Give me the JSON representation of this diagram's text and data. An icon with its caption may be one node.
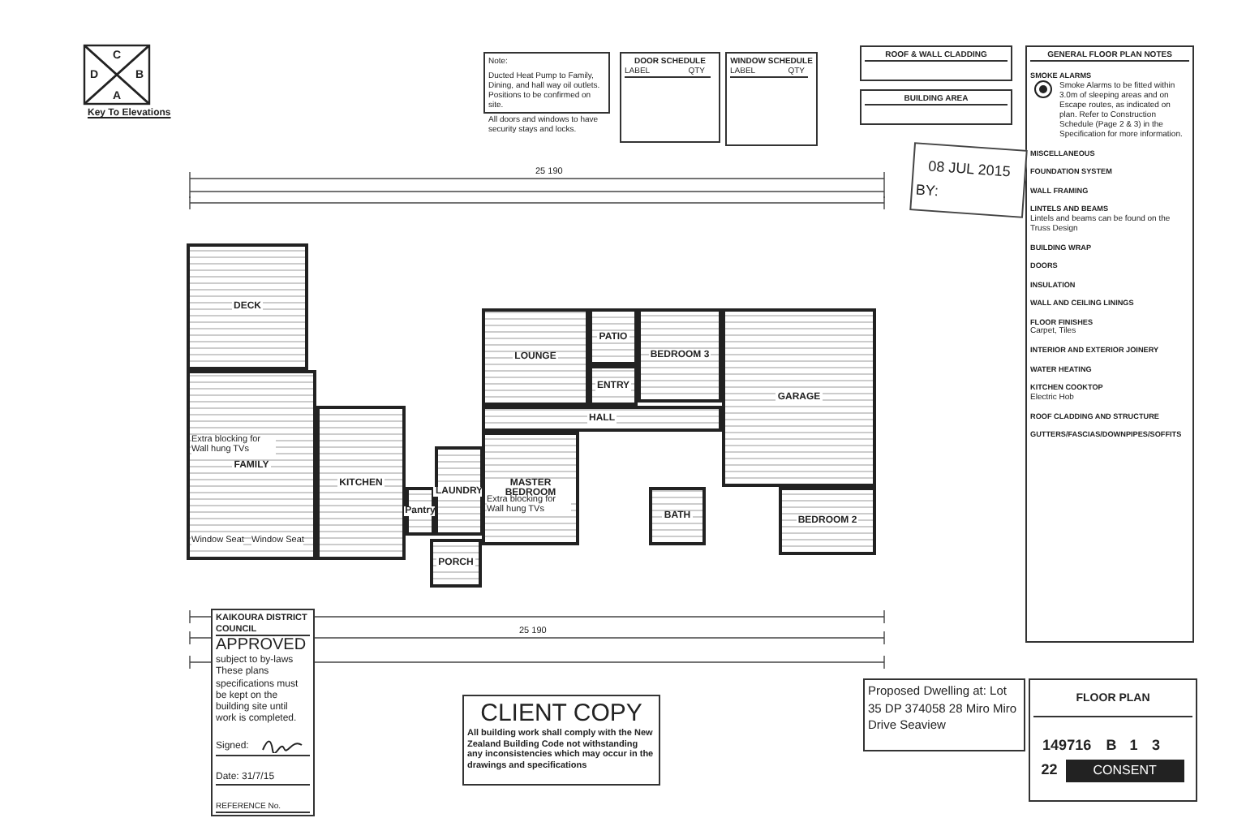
{
  "diagram": {
    "nodes": [
      {
        "text": [
          "Note:",
          "Ducted Heat Pump to Family, Dining, and hall way oil outlets. Positions to be confirmed on site.",
          "All doors and windows to have security stays and locks."
        ]
      },
      {
        "text": [
          "DOOR SCHEDULE",
          "LABEL",
          "QTY"
        ]
      },
      {
        "text": [
          "WINDOW SCHEDULE",
          "LABEL",
          "QTY"
        ]
      },
      {
        "text": [
          "ROOF & WALL CLADDING"
        ]
      },
      {
        "text": [
          "BUILDING AREA"
        ]
      },
      {
        "text": [
          "GENERAL FLOOR PLAN NOTES",
          "SMOKE ALARMS",
          "Smoke Alarms to be fitted within 3.0m of sleeping areas and on Escape routes, as indicated on plan. Refer to Construction Schedule (Page 2 & 3) in the Specification for more information.",
          "MISCELLANEOUS",
          "FOUNDATION SYSTEM",
          "WALL FRAMING",
          "LINTELS AND BEAMS",
          "Lintels and beams can be found on the Truss Design",
          "BUILDING WRAP",
          "DOORS",
          "INSULATION",
          "WALL AND CEILING LININGS",
          "FLOOR FINISHES",
          "Carpet, Tiles",
          "INTERIOR AND EXTERIOR JOINERY",
          "WATER HEATING",
          "KITCHEN COOKTOP",
          "Electric Hob",
          "ROOF CLADDING AND STRUCTURE",
          "GUTTERS/FASCIAS/DOWNPIPES/SOFFITS"
        ]
      },
      {
        "text": [
          "08 JUL 2015",
          "BY:"
        ]
      },
      {
        "text": [
          "DECK"
        ]
      },
      {
        "text": [
          "FAMILY"
        ]
      },
      {
        "text": [
          "KITCHEN"
        ]
      },
      {
        "text": [
          "Pantry"
        ]
      },
      {
        "text": [
          "LAUNDRY"
        ]
      },
      {
        "text": [
          "PORCH"
        ]
      },
      {
        "text": [
          "LOUNGE"
        ]
      },
      {
        "text": [
          "PATIO"
        ]
      },
      {
        "text": [
          "ENTRY"
        ]
      },
      {
        "text": [
          "BEDROOM 3"
        ]
      },
      {
        "text": [
          "HALL"
        ]
      },
      {
        "text": [
          "MASTER BEDROOM"
        ]
      },
      {
        "text": [
          "BATH"
        ]
      },
      {
        "text": [
          "GARAGE"
        ]
      },
      {
        "text": [
          "BEDROOM 2"
        ]
      },
      {
        "text": [
          "KAIKOURA DISTRICT COUNCIL",
          "APPROVED",
          "subject to by-laws",
          "These plans specifications must be kept on the building site until work is completed.",
          "Signed:",
          "Date: 31/7/15",
          "REFERENCE No."
        ]
      },
      {
        "text": [
          "CLIENT COPY",
          "All building work shall comply with the New Zealand Building Code not withstanding any inconsistencies which may occur in the drawings and specifications"
        ]
      },
      {
        "text": [
          "Proposed Dwelling at: Lot 35 DP 374058 28 Miro Miro Drive Seaview"
        ]
      },
      {
        "text": [
          "FLOOR PLAN",
          "149716",
          "B",
          "1",
          "3",
          "22",
          "CONSENT"
        ]
      }
    ],
    "labels": [
      "C",
      "D",
      "B",
      "A",
      "Key To Elevations",
      "25 190",
      "Extra blocking for Wall hung TVs",
      "Window Seat",
      "Window Seat",
      "Extra blocking for Wall hung TVs",
      "25 190"
    ]
  }
}
